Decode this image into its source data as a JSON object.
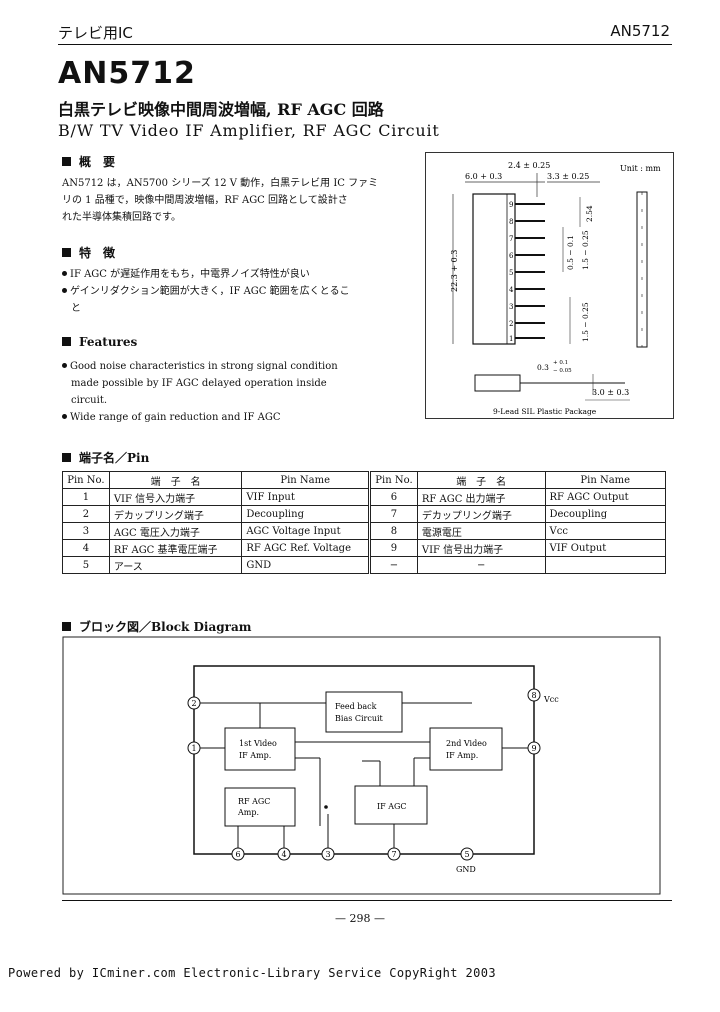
{
  "header": {
    "category": "テレビ用IC",
    "part_number": "AN5712"
  },
  "title": {
    "main": "AN5712",
    "jp": "白黒テレビ映像中間周波増幅, RF AGC 回路",
    "en": "B/W TV Video IF Amplifier, RF AGC Circuit"
  },
  "overview": {
    "heading": "概　要",
    "lines": [
      "AN5712 は，AN5700 シリーズ 12 V 動作，白黒テレビ用 IC ファミ",
      "リの 1 品種で，映像中間周波増幅，RF AGC 回路として設計さ",
      "れた半導体集積回路です。"
    ]
  },
  "features_jp": {
    "heading": "特　徴",
    "items": [
      "IF AGC が遅延作用をもち，中電界ノイズ特性が良い",
      "ゲインリダクション範囲が大きく，IF AGC 範囲を広くとるこ",
      "と"
    ]
  },
  "features_en": {
    "heading": "Features",
    "items": [
      "Good noise characteristics in strong signal condition",
      "made possible by IF AGC delayed operation inside",
      "circuit.",
      "Wide  range of gain reduction and IF AGC"
    ]
  },
  "package": {
    "unit": "Unit : mm",
    "dims": {
      "d1": "2.4 ± 0.25",
      "d2": "6.0 + 0.3",
      "d3": "3.3 ± 0.25",
      "d4": "22.3 + 0.3",
      "d5": "2.54",
      "d6": "0.5 − 0.1",
      "d7": "1.5 − 0.25",
      "d8": "1.5 − 0.25",
      "d9": "0.3",
      "d9tol_top": "+ 0.1",
      "d9tol_bot": "− 0.05",
      "d10": "3.0 ± 0.3"
    },
    "pin_numbers": [
      "9",
      "8",
      "7",
      "6",
      "5",
      "4",
      "3",
      "2",
      "1"
    ],
    "caption": "9-Lead SIL Plastic Package"
  },
  "pins": {
    "heading": "端子名／Pin",
    "headers": {
      "no": "Pin No.",
      "jp": "端　子　名",
      "name": "Pin Name"
    },
    "left": [
      {
        "no": "1",
        "jp": "VIF 信号入力端子",
        "name": "VIF Input"
      },
      {
        "no": "2",
        "jp": "デカップリング端子",
        "name": "Decoupling"
      },
      {
        "no": "3",
        "jp": "AGC 電圧入力端子",
        "name": "AGC Voltage Input"
      },
      {
        "no": "4",
        "jp": "RF AGC 基準電圧端子",
        "name": "RF AGC Ref. Voltage"
      },
      {
        "no": "5",
        "jp": "アース",
        "name": "GND"
      }
    ],
    "right": [
      {
        "no": "6",
        "jp": "RF AGC 出力端子",
        "name": "RF AGC Output"
      },
      {
        "no": "7",
        "jp": "デカップリング端子",
        "name": "Decoupling"
      },
      {
        "no": "8",
        "jp": "電源電圧",
        "name": "Vcc"
      },
      {
        "no": "9",
        "jp": "VIF 信号出力端子",
        "name": "VIF Output"
      },
      {
        "no": "−",
        "jp": "−",
        "name": ""
      }
    ]
  },
  "block_diagram": {
    "heading": "ブロック図／Block Diagram",
    "blocks": {
      "feedback": [
        "Feed back",
        "Bias Circuit"
      ],
      "amp1": [
        "1st Video",
        "IF Amp."
      ],
      "amp2": [
        "2nd Video",
        "IF Amp."
      ],
      "rfagc": [
        "RF AGC",
        "Amp."
      ],
      "ifagc": [
        "IF AGC"
      ]
    },
    "pins": {
      "p1": "1",
      "p2": "2",
      "p3": "3",
      "p4": "4",
      "p5": "5",
      "p6": "6",
      "p7": "7",
      "p8": "8",
      "p9": "9"
    },
    "vcc_label": "Vcc",
    "gnd_label": "GND"
  },
  "footer": {
    "page": "— 298 —",
    "powered": "Powered by ICminer.com Electronic-Library Service CopyRight 2003"
  }
}
